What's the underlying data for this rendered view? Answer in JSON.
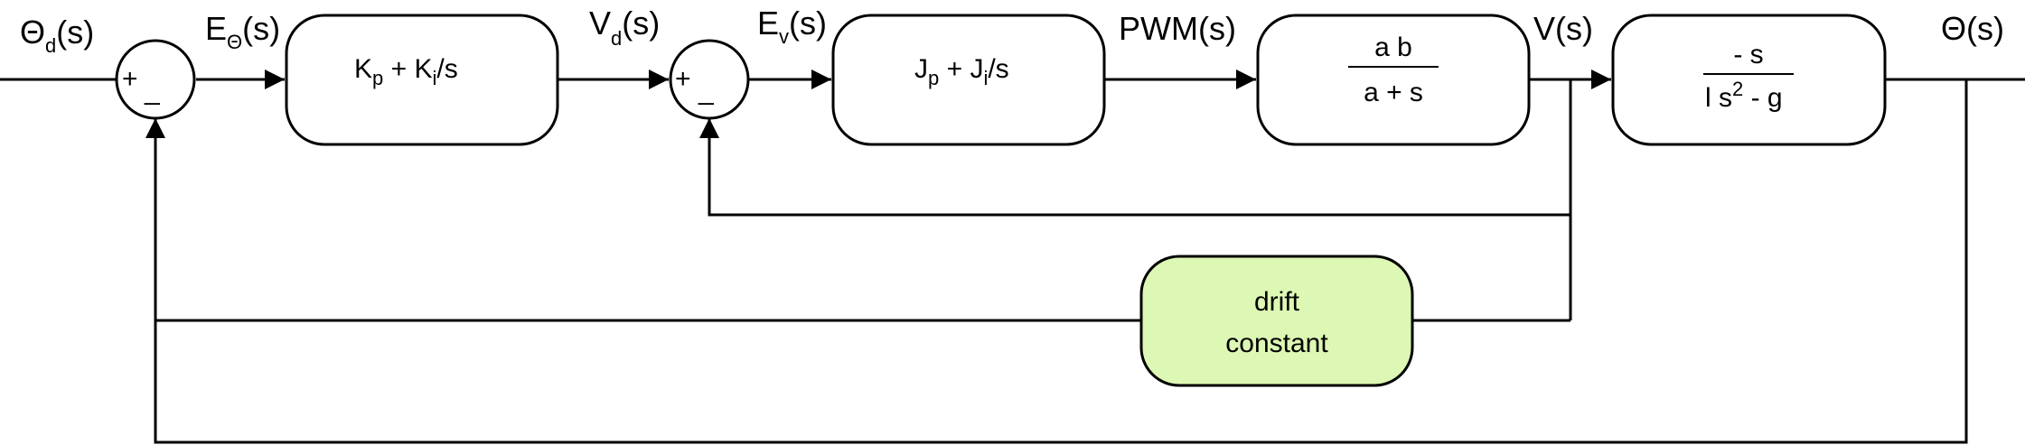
{
  "signals": {
    "theta_d": {
      "main": "Θ",
      "sub": "d",
      "tail": "(s)"
    },
    "e_theta": {
      "main": "E",
      "sub": "Θ",
      "tail": "(s)"
    },
    "v_d": {
      "main": "V",
      "sub": "d",
      "tail": "(s)"
    },
    "e_v": {
      "main": "E",
      "sub": "v",
      "tail": "(s)"
    },
    "pwm": "PWM(s)",
    "v": "V(s)",
    "theta": "Θ(s)"
  },
  "summing_junction": {
    "plus": "+",
    "minus": "_"
  },
  "blocks": {
    "pi_angle": {
      "k1": "K",
      "k1_sub": "p",
      "mid": " + K",
      "k2_sub": "i",
      "tail": "/s"
    },
    "pi_velocity": {
      "k1": "J",
      "k1_sub": "p",
      "mid": " + J",
      "k2_sub": "i",
      "tail": "/s"
    },
    "motor": {
      "numerator": "a b",
      "denominator": "a + s"
    },
    "plant": {
      "numerator": "- s",
      "den_a": "l s",
      "den_sup": "2",
      "den_b": " - g"
    },
    "drift": {
      "line1": "drift",
      "line2": "constant",
      "fill": "#ddf7b4"
    }
  }
}
